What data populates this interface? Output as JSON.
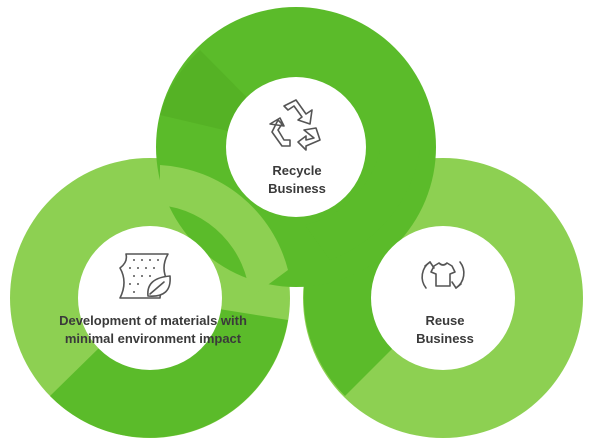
{
  "nodes": [
    {
      "id": "recycle",
      "title_lines": [
        "Recycle",
        "Business"
      ],
      "icon": "recycle-arrows-icon"
    },
    {
      "id": "reuse",
      "title_lines": [
        "Reuse",
        "Business"
      ],
      "icon": "tshirt-cycle-icon"
    },
    {
      "id": "development",
      "title_lines": [
        "Development of materials with",
        "minimal environment impact"
      ],
      "icon": "fabric-leaf-icon"
    }
  ],
  "colors": {
    "green_dark": "#5bbb2a",
    "green_light": "#8dd052",
    "center_fill": "#ffffff",
    "icon_stroke": "#555555",
    "text": "#3a3a3a"
  }
}
